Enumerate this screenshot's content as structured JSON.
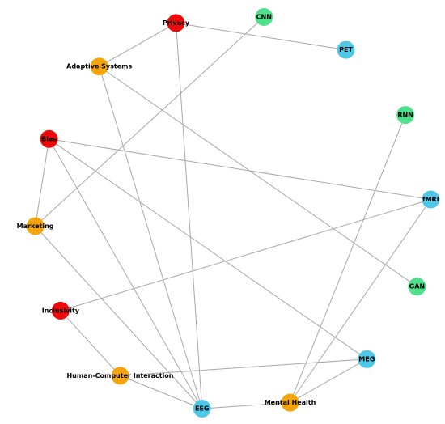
{
  "colors": {
    "ai_method": "#4ee08a",
    "neuroimaging": "#4fc8e8",
    "application": "#f5a50c",
    "ethics": "#ee0a0a",
    "edge": "#a8a8a8"
  },
  "nodes": [
    {
      "id": "cnn",
      "label": "CNN",
      "group": "ai_method"
    },
    {
      "id": "pet",
      "label": "PET",
      "group": "neuroimaging"
    },
    {
      "id": "rnn",
      "label": "RNN",
      "group": "ai_method"
    },
    {
      "id": "fmri",
      "label": "fMRI",
      "group": "neuroimaging"
    },
    {
      "id": "gan",
      "label": "GAN",
      "group": "ai_method"
    },
    {
      "id": "meg",
      "label": "MEG",
      "group": "neuroimaging"
    },
    {
      "id": "mental_health",
      "label": "Mental Health",
      "group": "application"
    },
    {
      "id": "eeg",
      "label": "EEG",
      "group": "neuroimaging"
    },
    {
      "id": "hci",
      "label": "Human-Computer Interaction",
      "group": "application"
    },
    {
      "id": "inclusivity",
      "label": "Inclusivity",
      "group": "ethics"
    },
    {
      "id": "marketing",
      "label": "Marketing",
      "group": "application"
    },
    {
      "id": "bias",
      "label": "Bias",
      "group": "ethics"
    },
    {
      "id": "adaptive_systems",
      "label": "Adaptive Systems",
      "group": "application"
    },
    {
      "id": "privacy",
      "label": "Privacy",
      "group": "ethics"
    }
  ],
  "edges": [
    [
      "rnn",
      "mental_health"
    ],
    [
      "cnn",
      "marketing"
    ],
    [
      "pet",
      "privacy"
    ],
    [
      "gan",
      "adaptive_systems"
    ],
    [
      "fmri",
      "mental_health"
    ],
    [
      "fmri",
      "inclusivity"
    ],
    [
      "fmri",
      "bias"
    ],
    [
      "meg",
      "mental_health"
    ],
    [
      "meg",
      "hci"
    ],
    [
      "meg",
      "bias"
    ],
    [
      "eeg",
      "mental_health"
    ],
    [
      "eeg",
      "hci"
    ],
    [
      "eeg",
      "marketing"
    ],
    [
      "eeg",
      "bias"
    ],
    [
      "eeg",
      "adaptive_systems"
    ],
    [
      "eeg",
      "privacy"
    ],
    [
      "hci",
      "inclusivity"
    ],
    [
      "marketing",
      "bias"
    ],
    [
      "adaptive_systems",
      "privacy"
    ]
  ]
}
